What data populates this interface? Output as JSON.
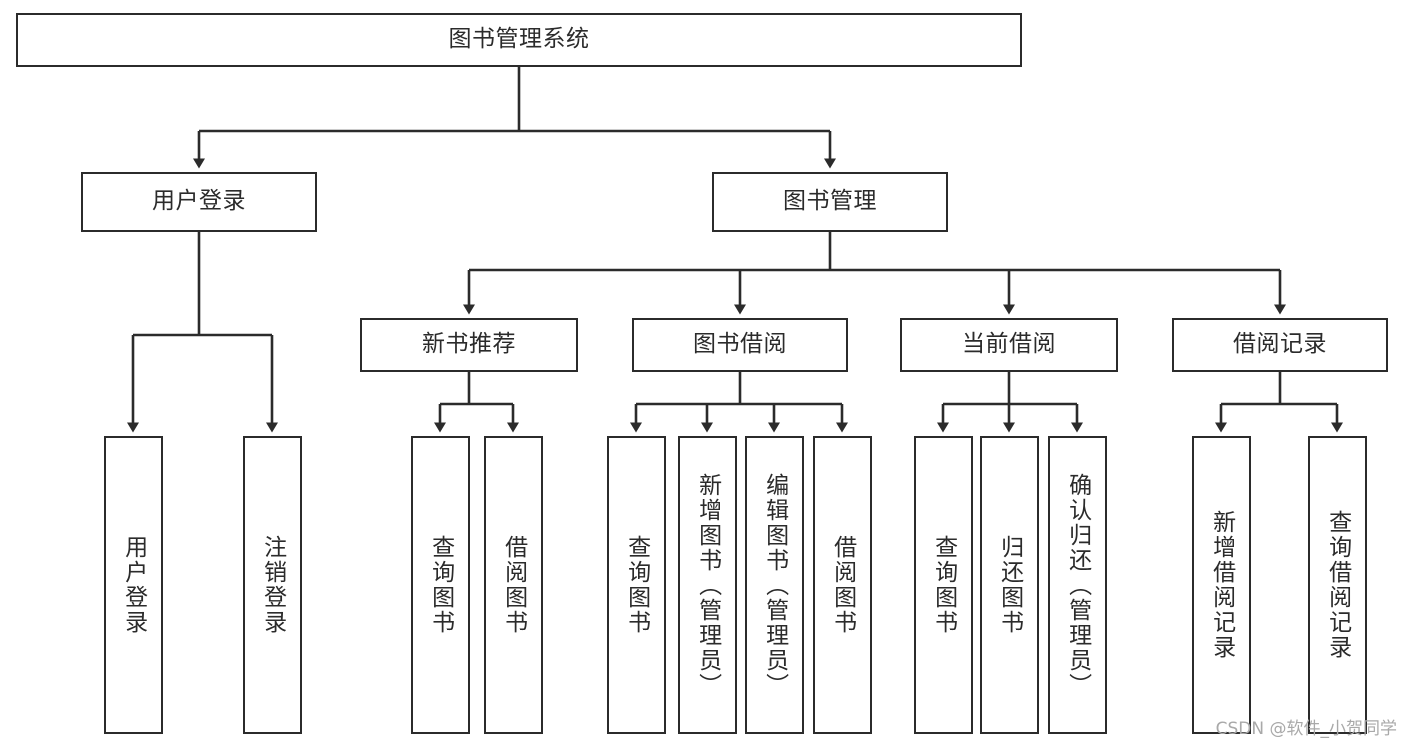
{
  "diagram": {
    "type": "tree",
    "title": "图书管理系统",
    "theme": {
      "background": "#ffffff",
      "box_border": "#2b2b2b",
      "box_fill": "#ffffff",
      "connector": "#2b2b2b",
      "text": "#2b2b2b",
      "watermark": "#a9a9a9"
    },
    "root": {
      "label": "图书管理系统"
    },
    "level2": [
      {
        "label": "用户登录"
      },
      {
        "label": "图书管理"
      }
    ],
    "level3": [
      {
        "label": "新书推荐"
      },
      {
        "label": "图书借阅"
      },
      {
        "label": "当前借阅"
      },
      {
        "label": "借阅记录"
      }
    ],
    "leaves": {
      "user_login": [
        {
          "label": "用户登录"
        },
        {
          "label": "注销登录"
        }
      ],
      "new_book_recommend": [
        {
          "label": "查询图书"
        },
        {
          "label": "借阅图书"
        }
      ],
      "book_borrow": [
        {
          "label": "查询图书"
        },
        {
          "label": "新增图书（管理员）"
        },
        {
          "label": "编辑图书（管理员）"
        },
        {
          "label": "借阅图书"
        }
      ],
      "current_borrow": [
        {
          "label": "查询图书"
        },
        {
          "label": "归还图书"
        },
        {
          "label": "确认归还（管理员）"
        }
      ],
      "borrow_record": [
        {
          "label": "新增借阅记录"
        },
        {
          "label": "查询借阅记录"
        }
      ]
    }
  },
  "watermark": {
    "text": "CSDN @软件_小贺同学"
  }
}
